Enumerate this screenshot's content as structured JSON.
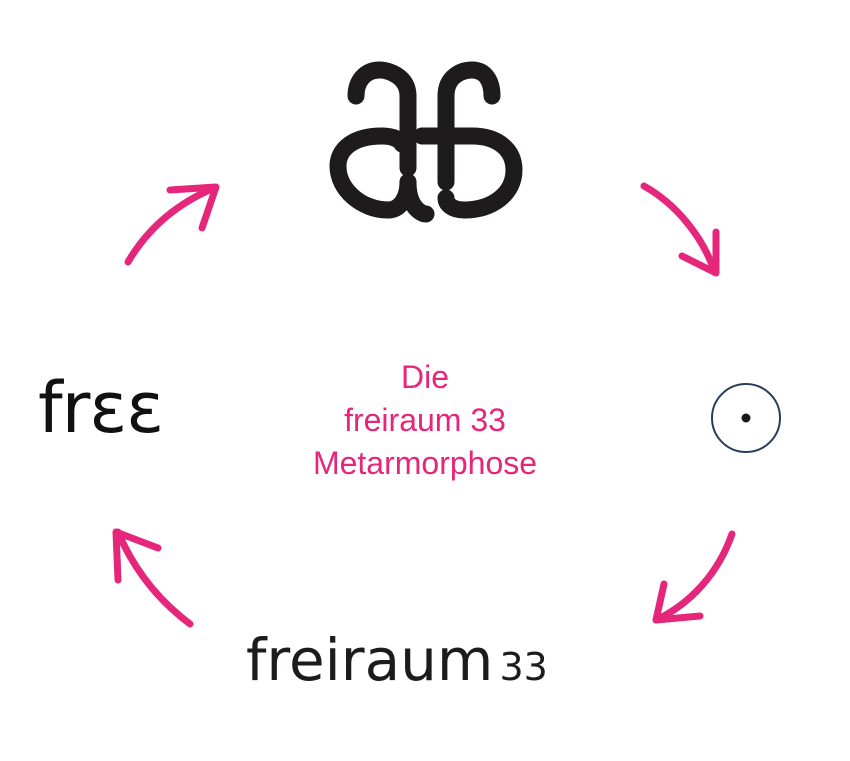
{
  "center": {
    "line1": "Die",
    "line2": "freiraum 33",
    "line3": "Metarmorphose"
  },
  "nodes": {
    "free_logo": "frɛɛ",
    "brand_word": "freiraum",
    "brand_number": "33",
    "monogram_icon": "ff3-monogram-icon",
    "circle_icon": "circle-dot-icon"
  },
  "colors": {
    "accent": "#e5267b",
    "ink": "#1e1b1c",
    "circle": "#2a3d5c"
  }
}
